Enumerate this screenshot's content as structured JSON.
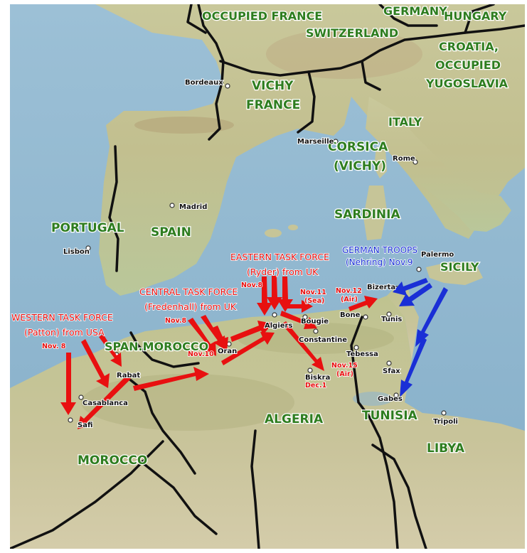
{
  "countries": {
    "occupied_france": "OCCUPIED FRANCE",
    "germany": "GERMANY",
    "hungary": "HUNGARY",
    "switzerland": "SWITZERLAND",
    "croatia_1": "CROATIA,",
    "croatia_2": "OCCUPIED",
    "croatia_3": "YUGOSLAVIA",
    "vichy_1": "VICHY",
    "vichy_2": "FRANCE",
    "italy": "ITALY",
    "corsica_1": "CORSICA",
    "corsica_2": "(VICHY)",
    "sardinia": "SARDINIA",
    "sicily": "SICILY",
    "portugal": "PORTUGAL",
    "spain": "SPAIN",
    "span_morocco": "SPAN.MOROCCO",
    "algeria": "ALGERIA",
    "tunisia": "TUNISIA",
    "morocco": "MOROCCO",
    "libya": "LIBYA"
  },
  "cities": {
    "bordeaux": "Bordeaux",
    "marseille": "Marseille",
    "rome": "Rome",
    "madrid": "Madrid",
    "lisbon": "Lisbon",
    "palermo": "Palermo",
    "bizerta": "Bizerta",
    "tunis": "Tunis",
    "bone": "Bone",
    "bougie": "Bougie",
    "algiers": "Algiers",
    "constantine": "Constantine",
    "tebessa": "Tebessa",
    "sfax": "Sfax",
    "biskra": "Biskra",
    "oran": "Oran",
    "rabat": "Rabat",
    "casablanca": "Casablanca",
    "safi": "Safi",
    "gabes": "Gabes",
    "tripoli": "Tripoli"
  },
  "forces": {
    "western_1": "WESTERN TASK FORCE",
    "western_2": "(Patton) from USA",
    "western_date": "Nov. 8",
    "central_1": "CENTRAL TASK FORCE",
    "central_2": "(Fredenhall) from UK",
    "central_date": "Nov.8",
    "eastern_1": "EASTERN TASK FORCE",
    "eastern_2": "(Ryder) from UK",
    "eastern_date": "Nov.8",
    "oran_date": "Nov.10",
    "sea_1": "Nov.11",
    "sea_2": "(Sea)",
    "air_1": "Nov.12",
    "air_2": "(Air)",
    "air15_1": "Nov.15",
    "air15_2": "(Air)",
    "biskra_date": "Dec.1",
    "german_1": "GERMAN TROOPS",
    "german_2": "(Nehring) Nov.9"
  },
  "colors": {
    "allied_arrow": "#e81010",
    "german_arrow": "#1a2fd6",
    "country_label": "#2e7d1f",
    "sea": "#8fb6cf",
    "border": "#111111"
  }
}
